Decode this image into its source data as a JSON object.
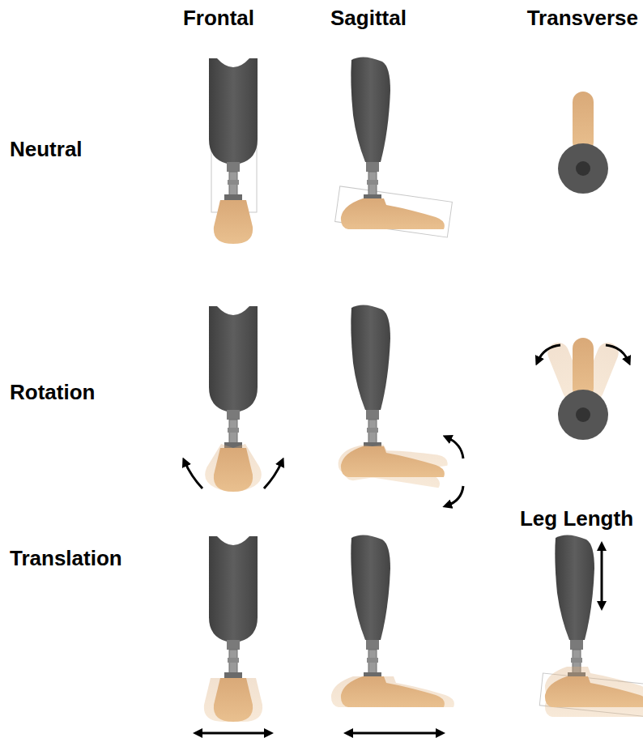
{
  "diagram": {
    "labels": [
      "Frontal",
      "Sagittal",
      "Transverse",
      "Neutral",
      "Rotation",
      "Translation",
      "Leg Length"
    ]
  }
}
